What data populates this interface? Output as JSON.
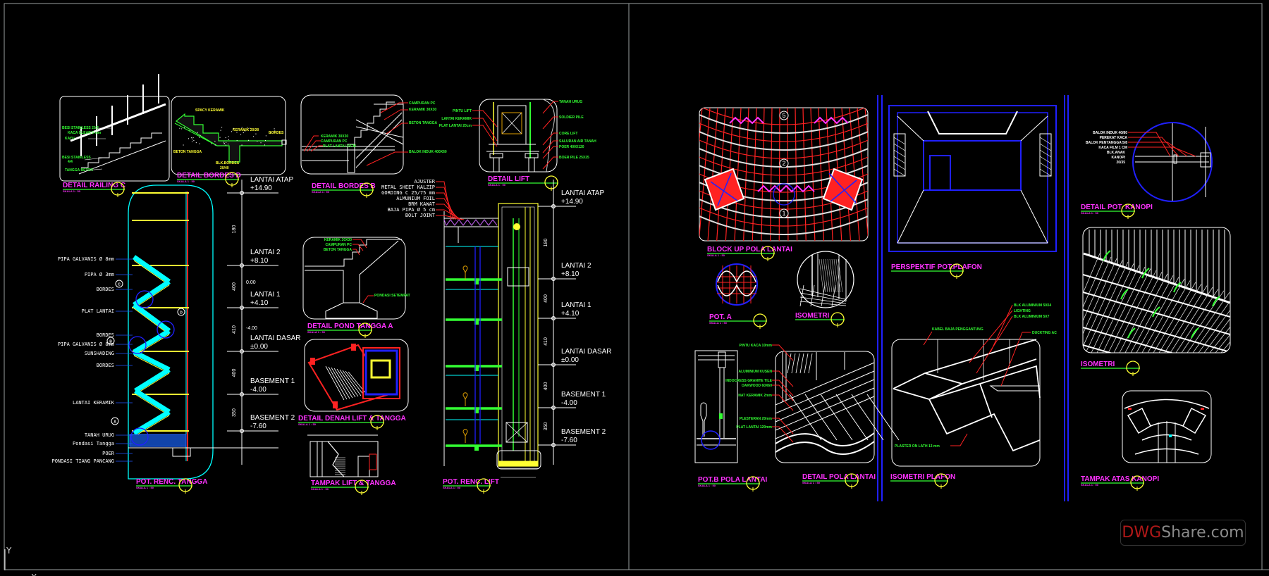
{
  "colors": {
    "background": "#000000",
    "title": "#ff33ff",
    "note": "#33ff33",
    "leader": "#ff2222",
    "stair": "#00ffff",
    "slab": "#ffff33",
    "marker": "#ffff33",
    "frame": "#9aa0a0",
    "blue": "#2020ff"
  },
  "axis": {
    "y": "Y",
    "x": "X"
  },
  "watermark": {
    "brand_red": "DWG",
    "brand_gray": "Share.com"
  },
  "left_sheet": {
    "detail_railing_c": {
      "title": "DETAIL RAILING C",
      "scale": "SKALA 1 : 50",
      "notes": [
        "BESI STAINLESS 20/2",
        "KACA CLEAR 5 mm",
        "KAYU",
        "BESI STAINLESS",
        "4/4",
        "TANGGA BETON"
      ]
    },
    "detail_bordes_d": {
      "title": "DETAIL BORDES D",
      "scale": "SKALA 1 : 50",
      "notes": [
        "SPACY KERAMIK",
        "KERAMIK 20/20",
        "BORDES",
        "BETON TANGGA",
        "BLK.BORDES",
        "20/40"
      ]
    },
    "detail_bordes_b": {
      "title": "DETAIL BORDES B",
      "scale": "SKALA 1 : 50",
      "notes": [
        "KERAMIK 30X30",
        "CAMPURAN PC",
        "PLAT LANTAI 15CM",
        "CAMPURAN PC",
        "KERAMIK 30X30",
        "BETON TANGGA",
        "BALOK INDUK 400X60"
      ]
    },
    "detail_lift": {
      "title": "DETAIL LIFT",
      "scale": "SKALA 1 : 50",
      "notes_left": [
        "PINTU LIFT",
        "LANTAI KERAMIK",
        "PLAT LANTAI 20cm"
      ],
      "notes_right": [
        "TANAH URUG",
        "SOLDIER PILE",
        "CORE LIFT",
        "SALURAN AIR TANAH",
        "POER 400X120",
        "BOER PILE 25X25"
      ]
    },
    "detail_pond_tangga_a": {
      "title": "DETAIL POND TANGGA A",
      "scale": "SKALA 1 : 50",
      "notes": [
        "KERAMIK 30X30",
        "CAMPURAN PC",
        "BETON TANGGA",
        "PONDASI SETEMPAT"
      ]
    },
    "detail_denah_lift_tangga": {
      "title": "DETAIL DENAH LIFT & TANGGA",
      "scale": "SKALA 1 : 50"
    },
    "tampak_lift_tangga": {
      "title": "TAMPAK LIFT & TANGGA",
      "scale": "SKALA 1 : 50"
    },
    "pot_renc_tangga": {
      "title": "POT. RENC. TANGGA",
      "scale": "SKALA 1 : 50",
      "notes": [
        "PIPA GALVANIS Ø 8mm",
        "PIPA Ø 3mm",
        "BORDES",
        "PLAT LANTAI",
        "BORDES",
        "PIPA GALVANIS Ø 8mm",
        "SUNSHADING",
        "BORDES",
        "LANTAI KERAMIK",
        "TANAH URUG",
        "Pondasi Tangga",
        "POER",
        "PONDASI TIANG PANCANG"
      ],
      "markers": [
        "C",
        "D",
        "B",
        "A"
      ],
      "dimensions": [
        "180",
        "400",
        "410",
        "400",
        "350"
      ],
      "sub_elevations": [
        "0.00",
        "-4.00"
      ]
    },
    "pot_renc_lift": {
      "title": "POT. RENC. LIFT",
      "scale": "SKALA 1 : 50",
      "notes": [
        "AJUSTER",
        "METAL SHEET KALZIP",
        "GORDING C 25/75 mm",
        "ALMUNIUM FOIL",
        "BRM KAWAT",
        "BAJA PIPA Ø 5 cm",
        "BOLT JOINT"
      ],
      "dimensions": [
        "180",
        "400",
        "410",
        "400",
        "350"
      ]
    },
    "levels": [
      {
        "name": "LANTAI ATAP",
        "elevation": "+14.90"
      },
      {
        "name": "LANTAI 2",
        "elevation": "+8.10"
      },
      {
        "name": "LANTAI 1",
        "elevation": "+4.10"
      },
      {
        "name": "LANTAI DASAR",
        "elevation": "±0.00"
      },
      {
        "name": "BASEMENT 1",
        "elevation": "-4.00"
      },
      {
        "name": "BASEMENT 2",
        "elevation": "-7.60"
      }
    ]
  },
  "right_sheet": {
    "block_up_pola_lantai": {
      "title": "BLOCK UP POLA LANTAI",
      "scale": "SKALA 1 : 50",
      "zones": [
        "5",
        "2",
        "1"
      ]
    },
    "pot_a": {
      "title": "POT. A",
      "scale": "SKALA 1 : 50"
    },
    "isometri": {
      "title": "ISOMETRI"
    },
    "perspektif_pot_plafon": {
      "title": "PERSPEKTIF POT.PLAFON"
    },
    "pot_b_pola_lantai": {
      "title": "POT.B POLA LANTAI",
      "scale": "SKALA 1 : 50"
    },
    "detail_pola_lantai": {
      "title": "DETAIL POLA LANTAI",
      "scale": "SKALA 1 : 50",
      "notes": [
        "PINTU KACA 10mm",
        "ALUMINIUM KUSEN",
        "INDOCRESS GRANITE TILE",
        "OAKWOOD 60X60",
        "NAT KERAMIK 2mm",
        "PLESTERAN 20mm",
        "PLAT LANTAI 120mm"
      ]
    },
    "isometri_plafon": {
      "title": "ISOMETRI PLAFON",
      "notes": [
        "BLK ALUMINIUM 50X4",
        "LIGHTING",
        "BLK ALUMINIUM 5X7",
        "KABEL BAJA PENGGANTUNG",
        "DUCKTING AC",
        "PLASTER ON LATH 13 mm"
      ]
    },
    "detail_pot_kanopi": {
      "title": "DETAIL POT. KANOPI",
      "scale": "SKALA 1 : 50",
      "notes": [
        "BALOK INDUK 40/80",
        "PEREKAT KACA",
        "BALOK PENYANGGA 5/8",
        "KACA FILM 1 CM",
        "BLK.ANAK",
        "KANOPI",
        "20/35"
      ]
    },
    "isometri_kanopi": {
      "title": "ISOMETRI"
    },
    "tampak_atas_kanopi": {
      "title": "TAMPAK ATAS KANOPI",
      "scale": "SKALA 1 : 50"
    }
  }
}
